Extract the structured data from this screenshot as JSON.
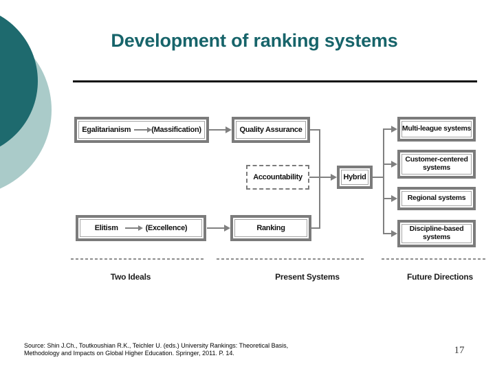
{
  "slide": {
    "title": "Development of ranking systems",
    "page_number": "17",
    "source": {
      "line1": "Source: Shin J.Ch., Toutkoushian R.K., Teichler U. (eds.) University Rankings: Theoretical Basis,",
      "line2": "Methodology and Impacts on Global Higher Education. Springer, 2011. P. 14."
    }
  },
  "diagram": {
    "two_ideals_row1": {
      "left": "Egalitarianism",
      "right": "(Massification)"
    },
    "two_ideals_row2": {
      "left": "Elitism",
      "right": "(Excellence)"
    },
    "boxes": {
      "quality_assurance": "Quality Assurance",
      "accountability": "Accountability",
      "ranking": "Ranking",
      "hybrid": "Hybrid",
      "multi_league": "Multi-league systems",
      "customer_centered": "Customer-centered systems",
      "regional": "Regional systems",
      "discipline_based": "Discipline-based systems"
    },
    "column_labels": [
      "Two Ideals",
      "Present Systems",
      "Future Directions"
    ]
  },
  "colors": {
    "title_text": "#17646a",
    "circle_dark": "#1e6a6e",
    "circle_light": "#aacbc9",
    "box_border": "#7b7b7b",
    "connector": "#808080"
  }
}
